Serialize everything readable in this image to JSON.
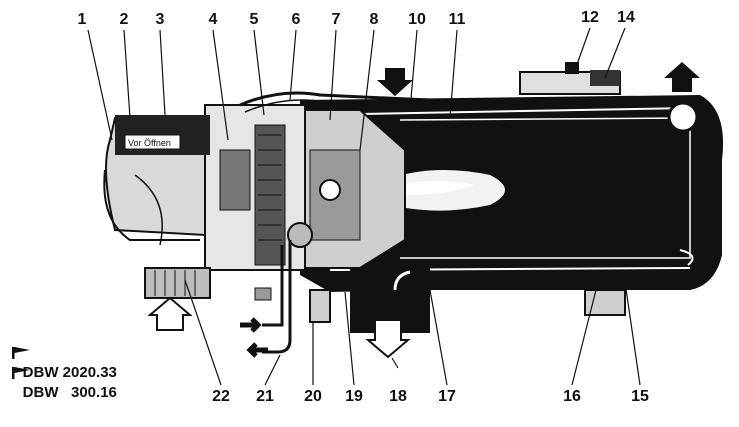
{
  "diagram": {
    "callouts": [
      "1",
      "2",
      "3",
      "4",
      "5",
      "6",
      "7",
      "8",
      "10",
      "11",
      "12",
      "14",
      "15",
      "16",
      "17",
      "18",
      "19",
      "20",
      "21",
      "22"
    ],
    "label_on_part": "Vor Öffnen",
    "legend": [
      {
        "model": "DBW 2020.",
        "value": "33"
      },
      {
        "model": "DBW   300.",
        "value": "16"
      }
    ]
  }
}
